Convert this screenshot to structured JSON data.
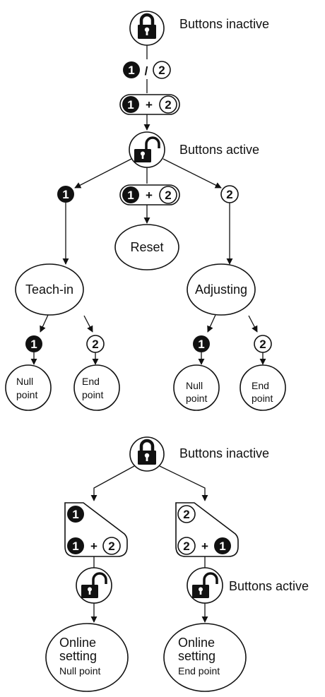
{
  "top": {
    "state_inactive": "Buttons inactive",
    "slash": "/",
    "plus": "+",
    "state_active": "Buttons active",
    "reset": "Reset",
    "teach_in": "Teach-in",
    "adjusting": "Adjusting",
    "null_line1": "Null",
    "null_line2": "point",
    "end_line1": "End",
    "end_line2": "point"
  },
  "bottom": {
    "state_inactive": "Buttons inactive",
    "state_active": "Buttons active",
    "online_line1": "Online",
    "online_line2": "setting",
    "null_point": "Null point",
    "end_point": "End point",
    "plus": "+"
  },
  "buttons": {
    "one": "1",
    "two": "2"
  },
  "colors": {
    "ink": "#111111",
    "fill_dark": "#1a1a1a",
    "background": "#ffffff"
  },
  "icons": [
    "lock-closed-icon",
    "lock-open-icon",
    "button-1-icon",
    "button-2-icon",
    "arrow-down-icon"
  ]
}
